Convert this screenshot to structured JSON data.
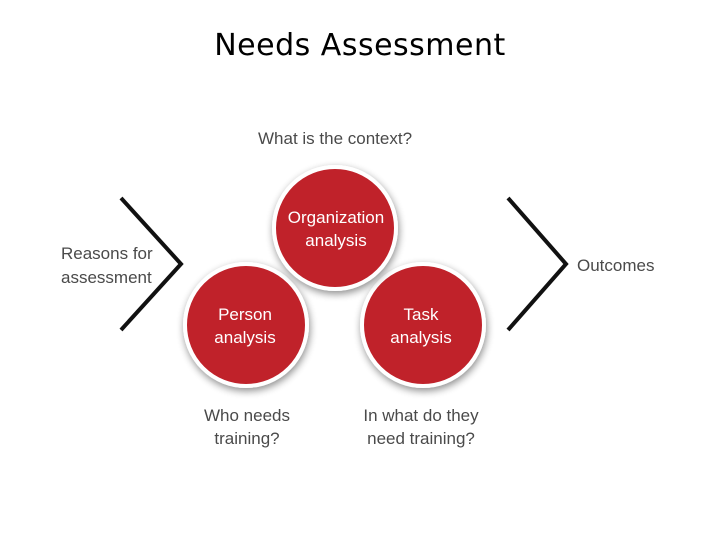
{
  "title": "Needs Assessment",
  "colors": {
    "circle_fill": "#c0202a",
    "circle_border": "#ffffff",
    "text": "#4a4a4a",
    "bracket": "#111111"
  },
  "diagram": {
    "context_question": "What is the context?",
    "reasons": [
      "Reasons for",
      "assessment"
    ],
    "outcomes": "Outcomes",
    "organization": [
      "Organization",
      "analysis"
    ],
    "person": [
      "Person",
      "analysis"
    ],
    "task": [
      "Task",
      "analysis"
    ],
    "person_question": [
      "Who needs",
      "training?"
    ],
    "task_question": [
      "In what do they",
      "need training?"
    ]
  }
}
